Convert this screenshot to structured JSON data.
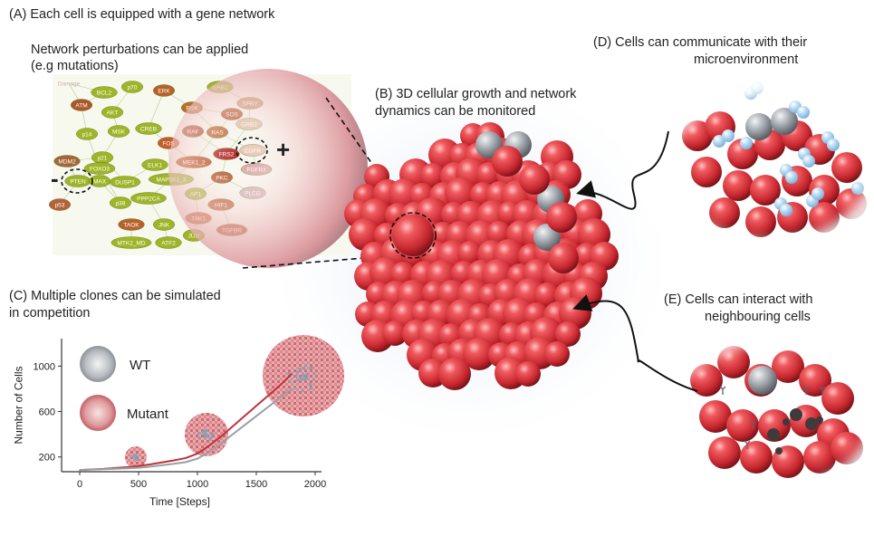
{
  "panels": {
    "a": {
      "title": "(A) Each cell is equipped with a gene network",
      "subtitle_line1": "Network perturbations can be applied",
      "subtitle_line2": "(e.g mutations)",
      "plus_sign": "+",
      "minus_sign": "-"
    },
    "b": {
      "line1": "(B) 3D cellular growth and network",
      "line2": "dynamics can be monitored"
    },
    "c": {
      "line1": "(C) Multiple clones can be simulated",
      "line2": "in competition"
    },
    "d": {
      "line1": "(D) Cells can communicate with their",
      "line2": "microenvironment"
    },
    "e": {
      "line1": "(E) Cells can interact with",
      "line2": "neighbouring cells"
    }
  },
  "network_nodes": [
    "BCL2",
    "p70",
    "ERK",
    "GAB1",
    "ATM",
    "AKT",
    "RSK",
    "SPRY",
    "SOS",
    "GRB2",
    "p14",
    "MSK",
    "CREB",
    "RAF",
    "RAS",
    "FRS2",
    "EGFR",
    "p21",
    "FOS",
    "MDM2",
    "FOXO3",
    "ELK1",
    "MEK1_2",
    "PKC",
    "FGFR3",
    "PTEN",
    "MAX",
    "DUSP1",
    "MAP3K1_3",
    "p53",
    "PPP2CA",
    "AP1",
    "HIF1",
    "PLCG",
    "p38",
    "TAOK",
    "JNK",
    "TAK1",
    "TGFBR",
    "MTK2_MD",
    "ATF2",
    "JUN",
    "Damage"
  ],
  "chart_data": {
    "type": "line",
    "xlabel": "Time [Steps]",
    "ylabel": "Number of Cells",
    "x_ticks": [
      0,
      500,
      1000,
      1500,
      2000
    ],
    "y_ticks": [
      200,
      600,
      1000
    ],
    "xlim": [
      -50,
      2100
    ],
    "ylim": [
      70,
      1250
    ],
    "legend": [
      {
        "name": "WT"
      },
      {
        "name": "Mutant"
      }
    ],
    "series": [
      {
        "name": "Mutant",
        "x": [
          0,
          200,
          400,
          500,
          600,
          800,
          900,
          1000,
          1100,
          1200,
          1300,
          1400,
          1500,
          1600,
          1700,
          1800
        ],
        "y": [
          85,
          95,
          110,
          120,
          135,
          170,
          190,
          230,
          300,
          380,
          470,
          560,
          650,
          740,
          830,
          930
        ]
      },
      {
        "name": "WT",
        "x": [
          0,
          200,
          400,
          500,
          600,
          800,
          900,
          1000,
          1100,
          1200,
          1300,
          1400,
          1500,
          1600,
          1700,
          1800
        ],
        "y": [
          85,
          92,
          100,
          105,
          115,
          140,
          155,
          185,
          245,
          320,
          400,
          480,
          560,
          640,
          720,
          800
        ]
      }
    ],
    "colors": {
      "mutant": "#c0323a",
      "wt": "#9aa0a6"
    }
  },
  "colors": {
    "cell_red": "#d9434a",
    "cell_grey": "#9aa1a8",
    "blue_particle": "#a9cfee"
  }
}
